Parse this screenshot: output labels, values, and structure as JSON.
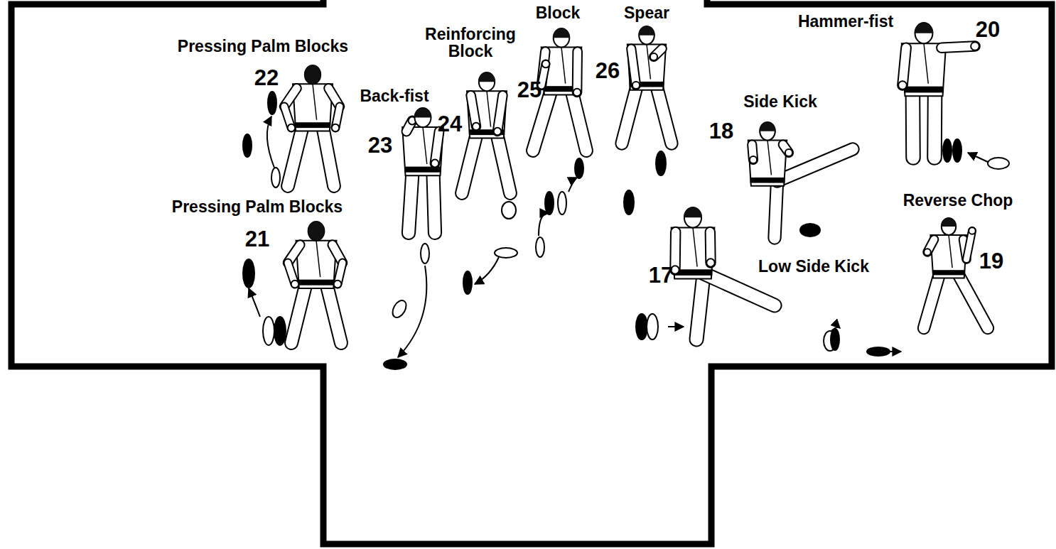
{
  "diagram": {
    "labels": [
      "Block",
      "Spear",
      "Hammer-fist",
      "20",
      "Reinforcing Block",
      "Pressing Palm Blocks",
      "22",
      "26",
      "25",
      "Back-fist",
      "Side Kick",
      "24",
      "18",
      "23",
      "Reverse Chop",
      "Pressing Palm Blocks",
      "21",
      "19",
      "17",
      "Low Side Kick"
    ]
  }
}
